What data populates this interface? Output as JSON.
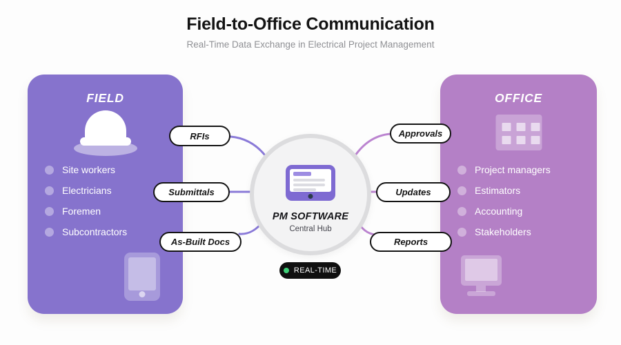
{
  "header": {
    "title": "Field-to-Office Communication",
    "subtitle": "Real-Time Data Exchange in Electrical Project Management"
  },
  "field_panel": {
    "title": "FIELD",
    "icon": "hard-hat",
    "members": [
      "Site workers",
      "Electricians",
      "Foremen",
      "Subcontractors"
    ],
    "device_icon": "smartphone",
    "color": "#8673cd"
  },
  "office_panel": {
    "title": "OFFICE",
    "icon": "office-building",
    "members": [
      "Project managers",
      "Estimators",
      "Accounting",
      "Stakeholders"
    ],
    "device_icon": "desktop-monitor",
    "color": "#b480c6"
  },
  "hub": {
    "name": "PM SOFTWARE",
    "subtitle": "Central Hub",
    "icon": "tablet",
    "fill": "#f3f3f4",
    "ring": "#dcdcde",
    "tablet_color": "#7e6ad2"
  },
  "flows": {
    "field_to_hub": [
      "RFIs",
      "Submittals",
      "As-Built Docs"
    ],
    "hub_to_office": [
      "Approvals",
      "Updates",
      "Reports"
    ],
    "field_link_color": "#8a7ad8",
    "office_link_color": "#bb84d0"
  },
  "status_badge": {
    "label": "REAL-TIME",
    "dot_color": "#3ecf77",
    "background": "#101010"
  }
}
